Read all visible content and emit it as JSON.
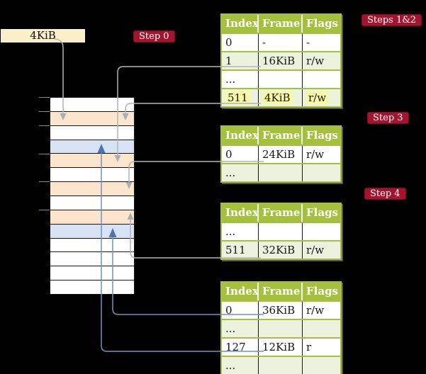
{
  "colors": {
    "background": "#000000",
    "table_header_green": "#a4c03c",
    "table_row_green": "#edf2de",
    "table_row_white": "#ffffff",
    "highlight_yellow": "#fbf8a2",
    "memory_white": "#ffffff",
    "memory_peach": "#fce5cd",
    "memory_blue": "#d7e3f3",
    "frame_box_cream": "#faefc9",
    "badge_red": "#a5142e",
    "line_gray": "#b3b3b3",
    "arrow_gray": "#a9aeb6",
    "line_blue": "#7191c1",
    "arrow_blue": "#4d74ab"
  },
  "frame_label": {
    "text": "4KiB"
  },
  "badges": {
    "step0": {
      "label": "Step 0"
    },
    "steps12": {
      "label": "Steps 1&2"
    },
    "step3": {
      "label": "Step 3"
    },
    "step4": {
      "label": "Step 4"
    }
  },
  "memory_column": {
    "rows": [
      "memory_white",
      "memory_peach",
      "memory_white",
      "memory_blue",
      "memory_peach",
      "memory_white",
      "memory_peach",
      "memory_white",
      "memory_peach",
      "memory_blue",
      "memory_white",
      "memory_white",
      "memory_white",
      "memory_white"
    ]
  },
  "tables": [
    {
      "title": "Steps 1&2 page table",
      "headers": [
        "Index",
        "Frame",
        "Flags"
      ],
      "rows": [
        {
          "cells": [
            "0",
            "-",
            "-"
          ]
        },
        {
          "cells": [
            "1",
            "16KiB",
            "r/w"
          ]
        },
        {
          "cells": [
            "...",
            "",
            ""
          ]
        },
        {
          "cells": [
            "511",
            "4KiB",
            "r/w"
          ]
        }
      ]
    },
    {
      "title": "Step 3 page table",
      "headers": [
        "Index",
        "Frame",
        "Flags"
      ],
      "rows": [
        {
          "cells": [
            "0",
            "24KiB",
            "r/w"
          ]
        },
        {
          "cells": [
            "...",
            "",
            ""
          ]
        }
      ]
    },
    {
      "title": "Step 4 page table",
      "headers": [
        "Index",
        "Frame",
        "Flags"
      ],
      "rows": [
        {
          "cells": [
            "...",
            "",
            ""
          ]
        },
        {
          "cells": [
            "511",
            "32KiB",
            "r/w"
          ]
        }
      ]
    },
    {
      "title": "final level page table",
      "headers": [
        "Index",
        "Frame",
        "Flags"
      ],
      "rows": [
        {
          "cells": [
            "0",
            "36KiB",
            "r/w"
          ]
        },
        {
          "cells": [
            "...",
            "",
            ""
          ]
        },
        {
          "cells": [
            "127",
            "12KiB",
            "r"
          ]
        },
        {
          "cells": [
            "...",
            "",
            ""
          ]
        }
      ]
    }
  ]
}
